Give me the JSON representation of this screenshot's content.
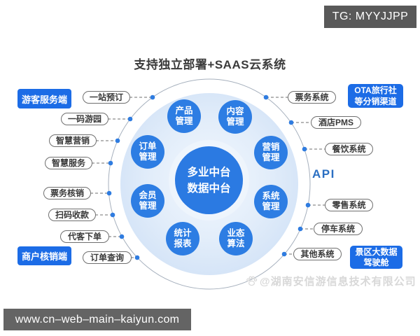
{
  "meta": {
    "tg_badge": "TG: MYYJJPP",
    "url_bar": "www.cn–web–main–kaiyun.com",
    "watermark": "@湖南安信游信息技术有限公司",
    "paw_icon": "paw-print-icon"
  },
  "title": "支持独立部署+SAAS云系统",
  "diagram": {
    "center": {
      "line1": "多业中台",
      "line2": "数据中台"
    },
    "modules": [
      {
        "line1": "产品",
        "line2": "管理"
      },
      {
        "line1": "内容",
        "line2": "管理"
      },
      {
        "line1": "订单",
        "line2": "管理"
      },
      {
        "line1": "营销",
        "line2": "管理"
      },
      {
        "line1": "会员",
        "line2": "管理"
      },
      {
        "line1": "系统",
        "line2": "管理"
      },
      {
        "line1": "统计",
        "line2": "报表"
      },
      {
        "line1": "业态",
        "line2": "算法"
      }
    ],
    "left_tags": [
      "游客服务端",
      "商户核销端"
    ],
    "right_tags": [
      {
        "line1": "OTA旅行社",
        "line2": "等分销渠道"
      },
      {
        "line1": "景区大数据",
        "line2": "驾驶舱"
      }
    ],
    "left_pills": [
      "一站预订",
      "一码游园",
      "智慧营销",
      "智慧服务",
      "票务核销",
      "扫码收款",
      "代客下单",
      "订单查询"
    ],
    "right_pills": [
      "票务系统",
      "酒店PMS",
      "餐饮系统",
      "零售系统",
      "停车系统",
      "其他系统"
    ],
    "api_label": "API",
    "colors": {
      "node_blue": "#2d7de3",
      "tag_blue": "#1c6ce6",
      "accent_text": "#2b6fc2",
      "dot_blue": "#2f7ce0",
      "disc_light_blue": "#d3e3f7",
      "badge_gray": "#595959"
    }
  }
}
